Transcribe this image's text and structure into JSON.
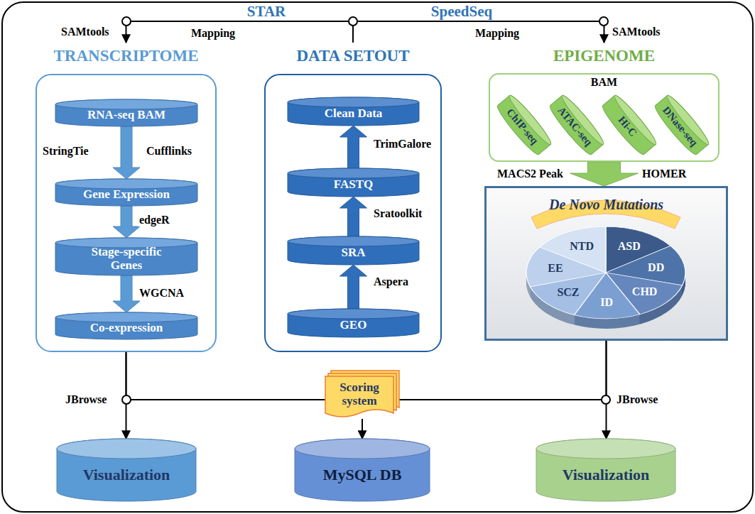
{
  "diagram": {
    "nodes": [
      {
        "text": [
          "TRANSCRIPTOME"
        ]
      },
      {
        "text": [
          "RNA-seq BAM"
        ],
        "in": 0
      },
      {
        "text": [
          "Gene Expression"
        ],
        "in": 0
      },
      {
        "text": [
          "Stage-specific Genes"
        ],
        "in": 0
      },
      {
        "text": [
          "Co-expression"
        ],
        "in": 0
      },
      {
        "text": [
          "DATA SETOUT"
        ]
      },
      {
        "text": [
          "Clean Data"
        ],
        "in": 5
      },
      {
        "text": [
          "FASTQ"
        ],
        "in": 5
      },
      {
        "text": [
          "SRA"
        ],
        "in": 5
      },
      {
        "text": [
          "GEO"
        ],
        "in": 5
      },
      {
        "text": [
          "EPIGENOME",
          "BAM"
        ]
      },
      {
        "text": [
          "ChIP-seq"
        ],
        "in": 10
      },
      {
        "text": [
          "ATAC-seq"
        ],
        "in": 10
      },
      {
        "text": [
          "Hi-C"
        ],
        "in": 10
      },
      {
        "text": [
          "DNase-seq"
        ],
        "in": 10
      },
      {
        "text": [
          "De Novo Mutations"
        ]
      },
      {
        "text": [
          "Scoring system"
        ]
      },
      {
        "text": [
          "Visualization"
        ]
      },
      {
        "text": [
          "MySQL DB"
        ]
      },
      {
        "text": [
          "Visualization"
        ]
      }
    ],
    "edges": [
      {
        "from": 1,
        "to": 2,
        "arrow": "to"
      },
      {
        "from": 2,
        "to": 3,
        "label": "edgeR",
        "arrow": "to"
      },
      {
        "from": 3,
        "to": 4,
        "label": "WGCNA",
        "arrow": "to"
      },
      {
        "from": 9,
        "to": 8,
        "label": "Aspera",
        "arrow": "to"
      },
      {
        "from": 8,
        "to": 7,
        "label": "Sratoolkit",
        "arrow": "to"
      },
      {
        "from": 7,
        "to": 6,
        "label": "TrimGalore",
        "arrow": "to"
      },
      {
        "from": 10,
        "to": 15,
        "arrow": "to"
      },
      {
        "from": 5,
        "to": 0,
        "label": "Mapping",
        "arrow": "to"
      },
      {
        "from": 5,
        "to": 10,
        "label": "Mapping",
        "arrow": "to"
      },
      {
        "from": 0,
        "to": 17,
        "arrow": "to"
      },
      {
        "from": 15,
        "to": 19,
        "arrow": "to"
      },
      {
        "from": 16,
        "to": 18,
        "arrow": "to"
      },
      {
        "from": 0,
        "to": 16,
        "arrow": "none"
      },
      {
        "from": 15,
        "to": 16,
        "arrow": "none"
      }
    ],
    "labels": [
      "STAR",
      "SpeedSeq",
      "SAMtools",
      "SAMtools",
      "StringTie",
      "Cufflinks",
      "MACS2 Peak",
      "HOMER",
      "NTD",
      "ASD",
      "EE",
      "DD",
      "SCZ",
      "CHD",
      "ID",
      "JBrowse",
      "JBrowse"
    ]
  }
}
